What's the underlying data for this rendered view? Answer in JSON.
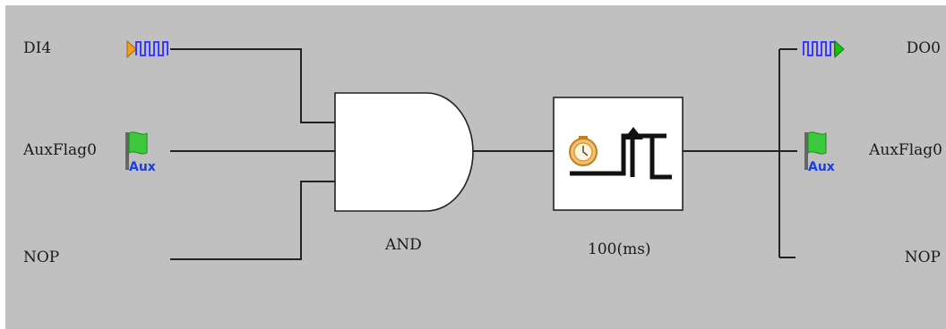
{
  "inputs": {
    "di4": {
      "label": "DI4"
    },
    "auxflag": {
      "label": "AuxFlag0",
      "badge": "Aux"
    },
    "nop": {
      "label": "NOP"
    }
  },
  "outputs": {
    "do0": {
      "label": "DO0"
    },
    "auxflag": {
      "label": "AuxFlag0",
      "badge": "Aux"
    },
    "nop": {
      "label": "NOP"
    }
  },
  "gate": {
    "label": "AND"
  },
  "timer": {
    "label": "100(ms)"
  },
  "colors": {
    "background": "#c0c0c0",
    "wire": "#222222",
    "pulse": "#3a3aff",
    "input_arrow": "#f0a020",
    "output_arrow": "#18c018",
    "flag": "#3cc83c",
    "aux_text": "#1a3fe0"
  },
  "icons": {
    "input_signal": "pulse-train-icon",
    "output_signal": "pulse-train-icon",
    "aux_flag": "green-flag-icon",
    "timer": "clock-rising-edge-icon"
  }
}
